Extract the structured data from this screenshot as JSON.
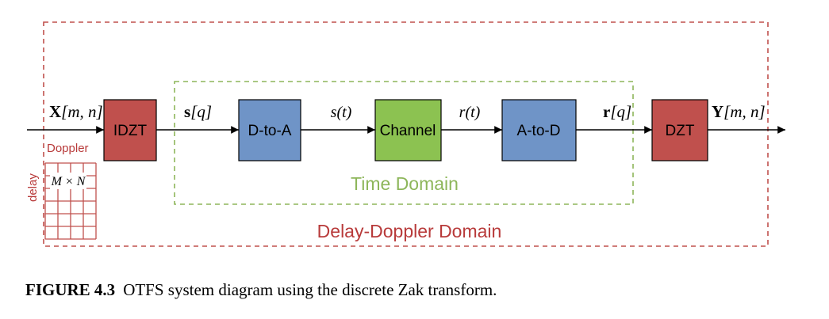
{
  "colors": {
    "dd_border": "#c0504d",
    "td_border": "#8db65a",
    "dzt_fill": "#c0504d",
    "converter_fill": "#6f94c7",
    "channel_fill": "#8cc251",
    "grid_stroke": "#c0504d",
    "td_text": "#8db65a",
    "dd_text": "#b83a3a"
  },
  "blocks": {
    "idzt": "IDZT",
    "d_to_a": "D-to-A",
    "channel": "Channel",
    "a_to_d": "A-to-D",
    "dzt": "DZT"
  },
  "signals": {
    "x_sym": "X",
    "x_args": "[m, n]",
    "s_sym": "s",
    "s_args": "[q]",
    "st": "s(t)",
    "rt": "r(t)",
    "r_sym": "r",
    "r_args": "[q]",
    "y_sym": "Y",
    "y_args": "[m, n]"
  },
  "regions": {
    "time_domain": "Time Domain",
    "delay_doppler_domain": "Delay-Doppler Domain"
  },
  "grid": {
    "doppler_label": "Doppler",
    "delay_label": "delay",
    "size_label": "M × N"
  },
  "caption": {
    "number": "FIGURE 4.3",
    "text": "OTFS system diagram using the discrete Zak transform."
  }
}
